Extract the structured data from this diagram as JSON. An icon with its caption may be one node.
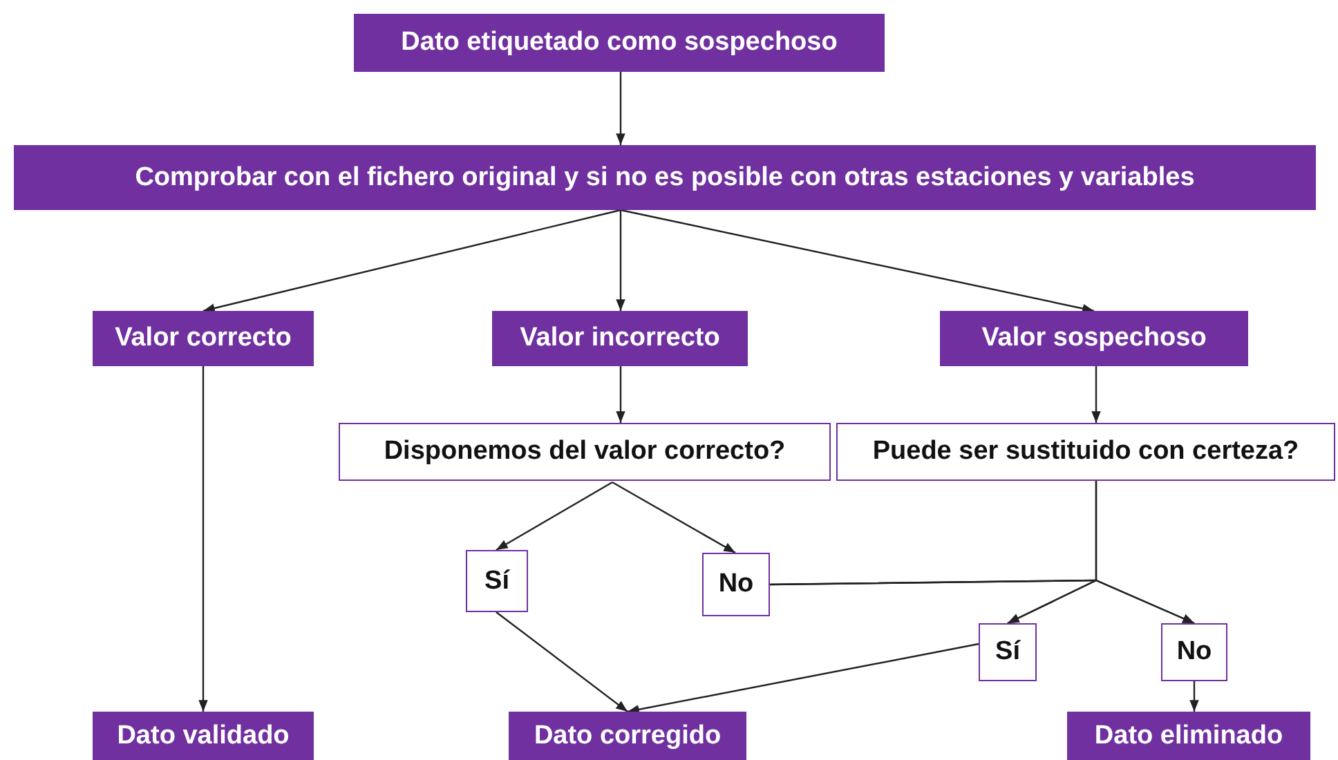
{
  "diagram": {
    "nodes": [
      {
        "text": [
          "Dato etiquetado como sospechoso"
        ]
      },
      {
        "text": [
          "Comprobar con el fichero original y si no es posible con otras estaciones y variables"
        ]
      },
      {
        "text": [
          "Valor correcto"
        ]
      },
      {
        "text": [
          "Valor incorrecto"
        ]
      },
      {
        "text": [
          "Valor sospechoso"
        ]
      },
      {
        "text": [
          "Disponemos del valor correcto?"
        ]
      },
      {
        "text": [
          "Puede ser sustituido con certeza?"
        ]
      },
      {
        "text": [
          "Sí"
        ]
      },
      {
        "text": [
          "No"
        ]
      },
      {
        "text": [
          "Sí"
        ]
      },
      {
        "text": [
          "No"
        ]
      },
      {
        "text": [
          "Dato validado"
        ]
      },
      {
        "text": [
          "Dato corregido"
        ]
      },
      {
        "text": [
          "Dato eliminado"
        ]
      }
    ],
    "edges": [
      {
        "from": 0,
        "to": 1,
        "arrow": "to"
      },
      {
        "from": 1,
        "to": 2,
        "arrow": "to"
      },
      {
        "from": 1,
        "to": 3,
        "arrow": "to"
      },
      {
        "from": 1,
        "to": 4,
        "arrow": "to"
      },
      {
        "from": 2,
        "to": 11,
        "arrow": "to"
      },
      {
        "from": 3,
        "to": 5,
        "arrow": "to"
      },
      {
        "from": 4,
        "to": 6,
        "arrow": "to"
      },
      {
        "from": 5,
        "to": 7,
        "arrow": "to"
      },
      {
        "from": 5,
        "to": 8,
        "arrow": "to"
      },
      {
        "from": 6,
        "to": 9,
        "arrow": "to"
      },
      {
        "from": 6,
        "to": 10,
        "arrow": "to"
      },
      {
        "from": 8,
        "to": 9,
        "arrow": "to"
      },
      {
        "from": 8,
        "to": 10,
        "arrow": "to"
      },
      {
        "from": 7,
        "to": 12,
        "arrow": "to"
      },
      {
        "from": 9,
        "to": 12,
        "arrow": "to"
      },
      {
        "from": 10,
        "to": 13,
        "arrow": "to"
      }
    ]
  }
}
